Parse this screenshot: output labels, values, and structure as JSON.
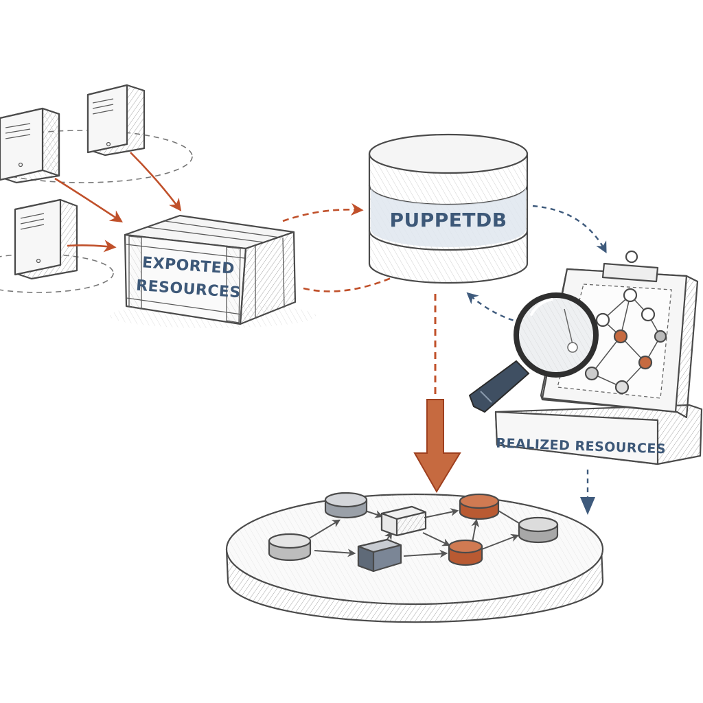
{
  "labels": {
    "exported": [
      "EXPORTED",
      "RESOURCES"
    ],
    "puppetdb": "PUPPETDB",
    "realized": "REALIZED RESOURCES"
  },
  "colors": {
    "accent_orange": "#c0502a",
    "accent_blue": "#3e5a7c",
    "sketch_gray": "#4a4a4a",
    "label_blue": "#3d5878"
  }
}
